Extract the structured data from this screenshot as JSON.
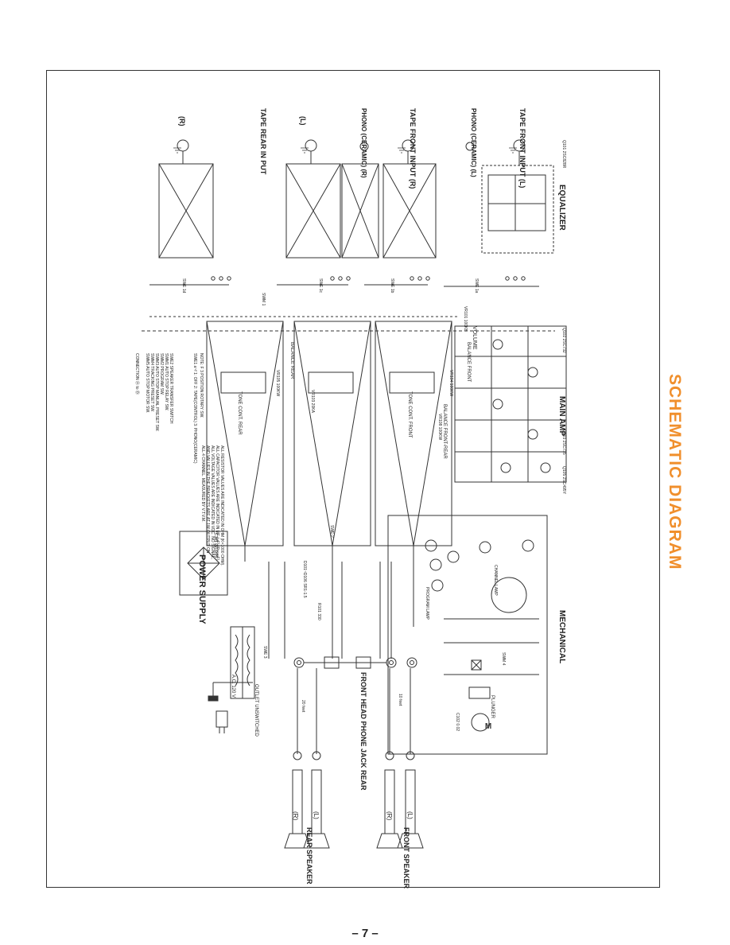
{
  "page": {
    "title_vertical": "SCHEMATIC DIAGRAM",
    "page_number": "– 7 –",
    "title_color": "#f08f2c"
  },
  "sections": {
    "equalizer": "EQUALIZER",
    "main_amp": "MAIN AMP",
    "mechanical": "MECHANICAL",
    "power_supply": "POWER SUPPLY"
  },
  "inputs": {
    "tape_front_l": "TAPE FRONT INPUT (L)",
    "phono_l": "PHONO (CERAMIC) (L)",
    "tape_front_r": "TAPE FRONT INPUT (R)",
    "phono_r": "PHONO (CERAMIC) (R)",
    "ch_l": "(L)",
    "tape_rear": "TAPE REAR IN PUT",
    "ch_r": "(R)"
  },
  "outputs": {
    "front_speaker": "FRONT SPEAKER",
    "rear_speaker": "REAR SPEAKER",
    "headphone_jack": "FRONT HEAD PHONE JACK REAR",
    "fl": "(L)",
    "fr": "(R)",
    "rl": "(L)",
    "rr": "(R)",
    "ac_input": "A.C. 120 V",
    "outlet": "OUTLET UNSWITCHED"
  },
  "labels": {
    "volume": "VOLUME",
    "balance_front": "BALANCE FRONT",
    "balance_rear": "BALANCE REAR",
    "balance_front_rear": "BALANCE FRONT-REAR",
    "tone_front": "TONE CONT. FRONT",
    "tone_rear": "TONE CONT. REAR",
    "vr104": "VR104 100KW",
    "vr105": "VR105 100KW",
    "vr101": "VR101 100KB",
    "vr103": "VR103 20KA",
    "vr108": "VR108 100KW",
    "swe1a": "SWE 1a",
    "swe1b": "SWE 1b",
    "swe1c": "SWE 1c",
    "swe1d": "SWE 1d",
    "sw_m1": "SWM 1",
    "swe2": "SWE-2",
    "swe3": "SWE 3",
    "sw_m4": "SWM 4",
    "motor": "M",
    "plunger": "PLUNGER",
    "program_lamp": "PROGRAM LAMP",
    "channel_lamp": "CHANNEL LAMP",
    "c101": "C101 2200/25",
    "c102": "C102 0.02",
    "r101": "R101 330",
    "d101": "D101~D106 SR1-1.5",
    "equalizer_tr": "Q101 2SC828R",
    "main_tr": "Q102 2SC732",
    "driver_tr": "Q103 2SC735",
    "out_tr": "Q105 2SC495Y",
    "cable_10ft": "10 feet",
    "cable_20ft": "20 feet"
  },
  "notes": {
    "note_head": "NOTE: F  3 POSITION ROTARY SW.",
    "swe1": "SWE1 a~f  1: OFF   2: TAPE(CONTROL)   3: PHONO(CERAMIC)",
    "swe2": "SWE2  SPEAKER TRANSFER SWITCH",
    "swm1": "SWM1  AUTO STOP RELAY SW.",
    "swm2": "SWM2  PROGRAM SW.",
    "swm3": "SWM3  AUTO STOP MANUAL PRESET SW.",
    "swm4": "SWM4  TRACKING PRESET SW.",
    "swm5": "SWM5  AUTO STOP MOTOR SW.",
    "connection": "CONNECTION  Ⓐ to Ⓑ",
    "values1": "ALL RESISTOR VALUES ARE INDICATED IN OHM (K=1000 OHM).",
    "values2": "ALL CAPACITOR VALUES ARE INDICATED IN MF (μF) (P=μμF).",
    "values3": "ALL VOLTAGE VALUES ARE INDICATED IN VDC. NO SIGNAL,",
    "values4": "AND VALUES IN THE BRACKETS ARE AT 1W OUTPUT ON",
    "values5": "ALL 4 CHANNEL. MEASURED BY V.T.V.M."
  }
}
